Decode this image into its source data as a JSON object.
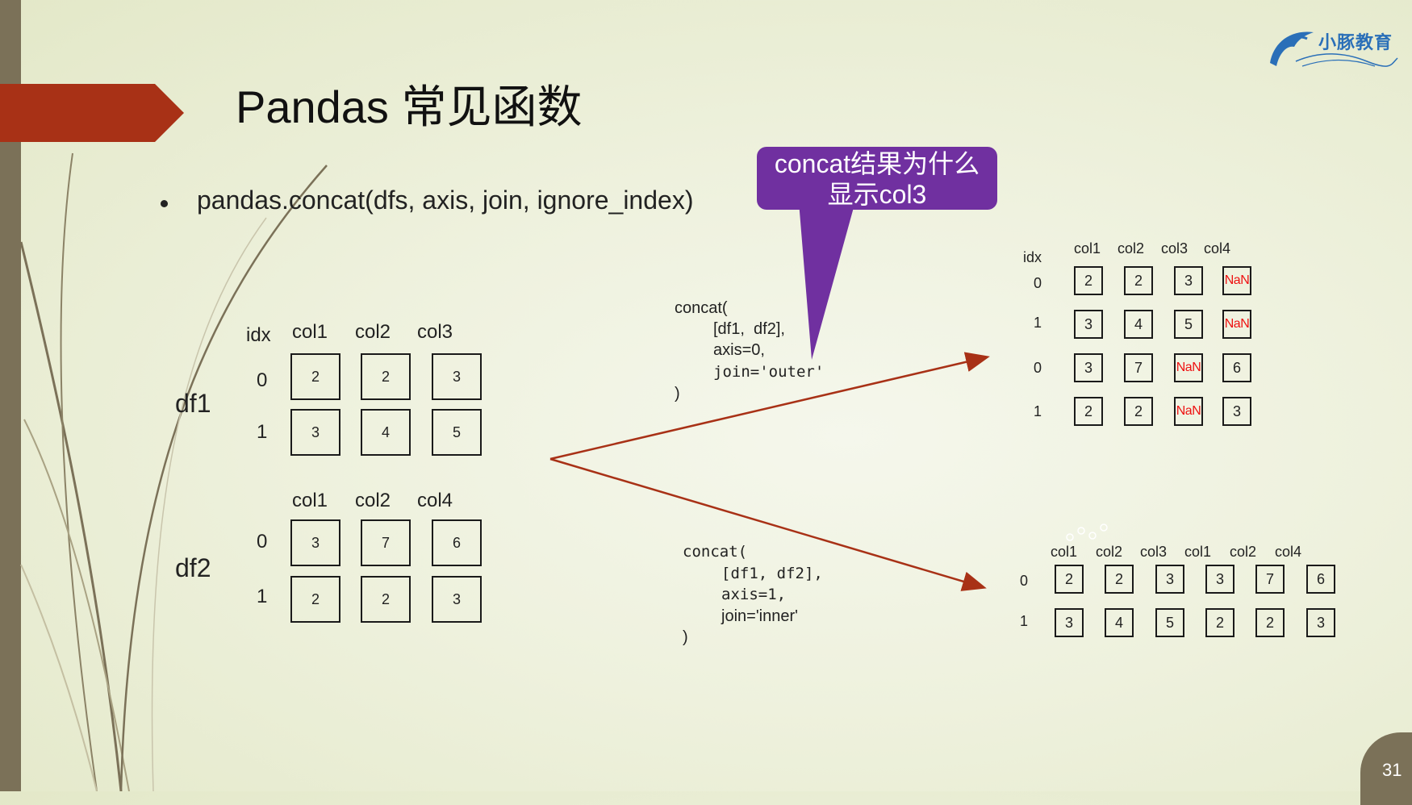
{
  "slide": {
    "title": "Pandas 常见函数",
    "bullet": "pandas.concat(dfs, axis, join, ignore_index)",
    "page_number": "31",
    "logo_text": "小豚教育"
  },
  "callout": {
    "line1": "concat结果为什么",
    "line2": "显示col3"
  },
  "df1": {
    "name": "df1",
    "idx_label": "idx",
    "headers": [
      "col1",
      "col2",
      "col3"
    ],
    "index": [
      "0",
      "1"
    ],
    "rows": [
      [
        "2",
        "2",
        "3"
      ],
      [
        "3",
        "4",
        "5"
      ]
    ]
  },
  "df2": {
    "name": "df2",
    "headers": [
      "col1",
      "col2",
      "col4"
    ],
    "index": [
      "0",
      "1"
    ],
    "rows": [
      [
        "3",
        "7",
        "6"
      ],
      [
        "2",
        "2",
        "3"
      ]
    ]
  },
  "code_outer": [
    "concat(",
    "[df1,  df2],",
    "axis=0,",
    "join='outer'",
    ")"
  ],
  "code_inner": [
    "concat(",
    "[df1, df2],",
    "axis=1,",
    "join='inner'",
    ")"
  ],
  "result_outer": {
    "idx_label": "idx",
    "headers": [
      "col1",
      "col2",
      "col3",
      "col4"
    ],
    "index": [
      "0",
      "1",
      "0",
      "1"
    ],
    "rows": [
      [
        "2",
        "2",
        "3",
        "NaN"
      ],
      [
        "3",
        "4",
        "5",
        "NaN"
      ],
      [
        "3",
        "7",
        "NaN",
        "6"
      ],
      [
        "2",
        "2",
        "NaN",
        "3"
      ]
    ]
  },
  "result_inner": {
    "headers": [
      "col1",
      "col2",
      "col3",
      "col1",
      "col2",
      "col4"
    ],
    "index": [
      "0",
      "1"
    ],
    "rows": [
      [
        "2",
        "2",
        "3",
        "3",
        "7",
        "6"
      ],
      [
        "3",
        "4",
        "5",
        "2",
        "2",
        "3"
      ]
    ]
  },
  "colors": {
    "accent_red": "#a83116",
    "callout_purple": "#7030a0",
    "nan_red": "#e11111",
    "sidebar": "#7b7158"
  }
}
